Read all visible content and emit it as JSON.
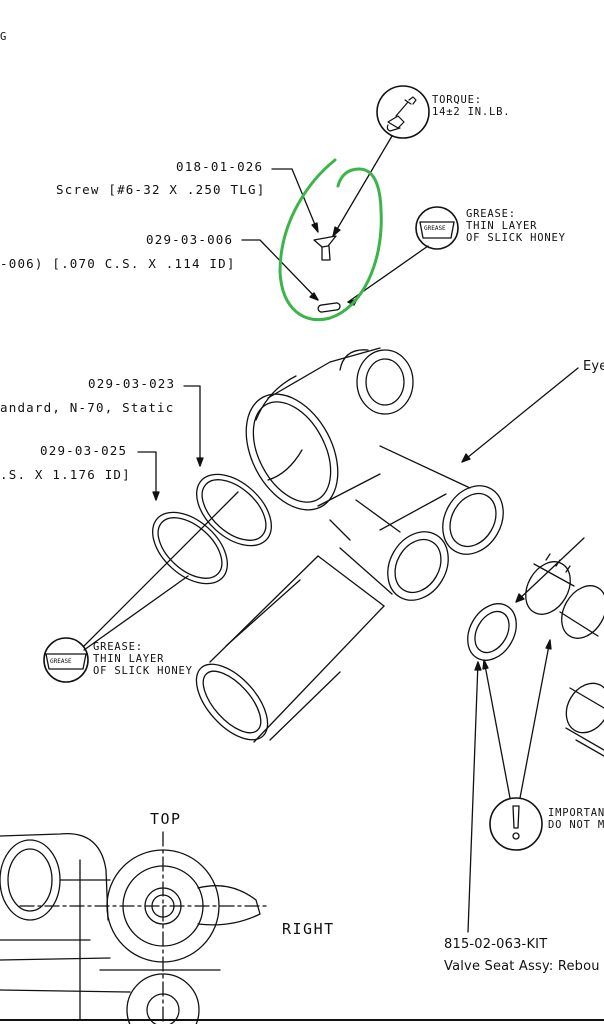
{
  "corner_fragment": "G",
  "torque_callout": {
    "line1": "TORQUE:",
    "line2": "14±2 IN.LB.",
    "icon": "wrench-hand-icon"
  },
  "screw": {
    "part_number": "018-01-026",
    "description": "Screw [#6-32 X .250 TLG]"
  },
  "oring_small": {
    "part_number": "029-03-006",
    "description": "-006) [.070 C.S. X .114 ID]"
  },
  "grease_callout_top": {
    "icon_label": "GREASE",
    "line1": "GREASE:",
    "line2": "THIN LAYER",
    "line3": "OF SLICK HONEY"
  },
  "oring_023": {
    "part_number": "029-03-023",
    "description": "andard, N-70, Static"
  },
  "oring_025": {
    "part_number": "029-03-025",
    "description": ".S. X 1.176 ID]"
  },
  "grease_callout_left": {
    "icon_label": "GREASE",
    "line1": "GREASE:",
    "line2": "THIN LAYER",
    "line3": "OF SLICK HONEY"
  },
  "eyelet_label": "Eye",
  "important_callout": {
    "line1": "IMPORTANT",
    "line2": "DO NOT M",
    "icon": "exclamation-icon"
  },
  "valve_seat": {
    "part_number": "815-02-063-KIT",
    "description": "Valve Seat Assy: Rebou"
  },
  "view_labels": {
    "top": "TOP",
    "right": "RIGHT"
  },
  "colors": {
    "line": "#111111",
    "highlight": "#3bb54a",
    "background": "#ffffff"
  }
}
